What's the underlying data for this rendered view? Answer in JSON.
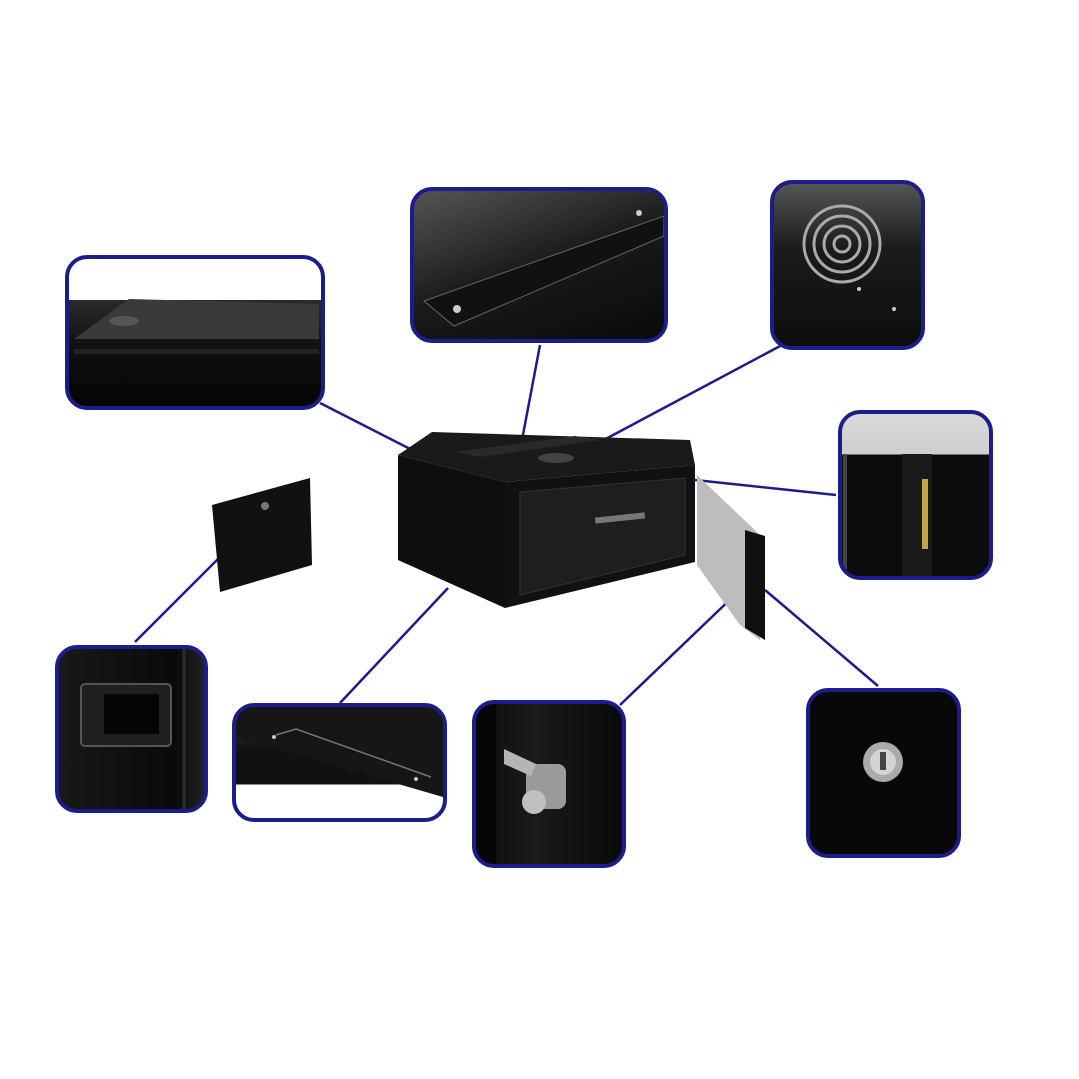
{
  "colors": {
    "callout_border": "#1c1c8a",
    "callout_line": "#1c1c8a",
    "cabinet": "#0d0d0d",
    "background": "#ffffff"
  },
  "callouts": [
    {
      "name": "top-view-detail",
      "icon": "cabinet-top-photo"
    },
    {
      "name": "top-cover-plate-detail",
      "icon": "cover-plate-photo"
    },
    {
      "name": "fan-vent-detail",
      "icon": "fan-grille-photo"
    },
    {
      "name": "door-hinge-pin-detail",
      "icon": "hinge-pin-photo"
    },
    {
      "name": "side-panel-handle-detail",
      "icon": "handle-photo"
    },
    {
      "name": "bottom-plate-detail",
      "icon": "bottom-plate-photo"
    },
    {
      "name": "cam-lock-detail",
      "icon": "cam-lock-photo"
    },
    {
      "name": "key-lock-detail",
      "icon": "key-lock-photo"
    }
  ]
}
